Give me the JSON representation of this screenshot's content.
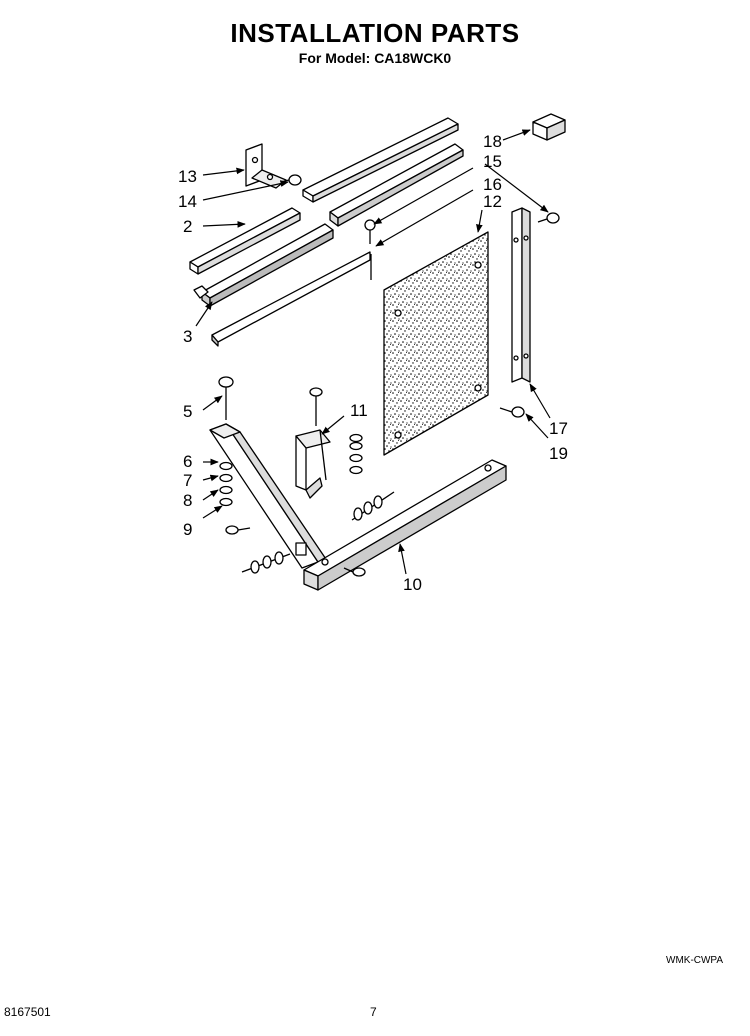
{
  "header": {
    "title": "INSTALLATION PARTS",
    "subtitle": "For Model: CA18WCK0"
  },
  "callouts": {
    "c2": "2",
    "c3": "3",
    "c5": "5",
    "c6": "6",
    "c7": "7",
    "c8": "8",
    "c9": "9",
    "c10": "10",
    "c11": "11",
    "c12": "12",
    "c13": "13",
    "c14": "14",
    "c15": "15",
    "c16": "16",
    "c17": "17",
    "c18": "18",
    "c19": "19"
  },
  "footer": {
    "doc_code": "WMK-CWPA",
    "part_number": "8167501",
    "page_number": "7"
  }
}
